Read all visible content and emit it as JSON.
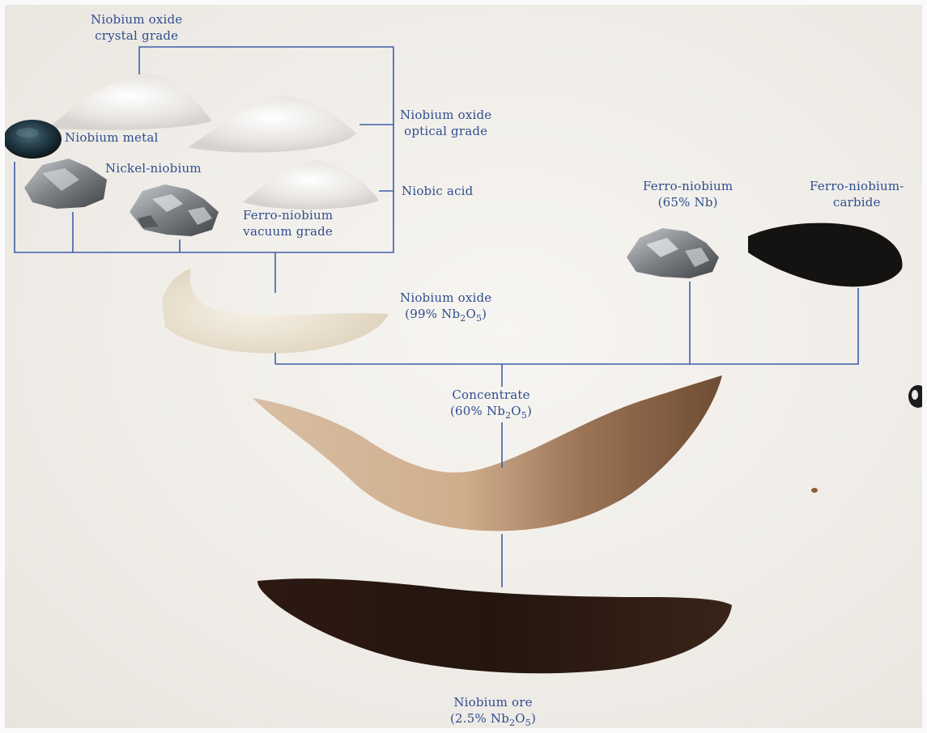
{
  "labels": {
    "crystal_line1": "Niobium oxide",
    "crystal_line2": "crystal grade",
    "optical_line1": "Niobium oxide",
    "optical_line2": "optical grade",
    "metal": "Niobium metal",
    "nickel": "Nickel-niobium",
    "niobic_acid": "Niobic acid",
    "fe_vacuum_line1": "Ferro-niobium",
    "fe_vacuum_line2": "vacuum grade",
    "fe65_line1": "Ferro-niobium",
    "fe65_line2": "(65% Nb)",
    "fe_carbide_line1": "Ferro-niobium-",
    "fe_carbide_line2": "carbide",
    "oxide99_line1": "Niobium oxide",
    "oxide99_pre": "(99% Nb",
    "oxide99_s1": "2",
    "oxide99_mid": "O",
    "oxide99_s2": "5",
    "oxide99_post": ")",
    "conc_line1": "Concentrate",
    "conc_pre": "(60% Nb",
    "conc_s1": "2",
    "conc_mid": "O",
    "conc_s2": "5",
    "conc_post": ")",
    "ore_line1": "Niobium ore",
    "ore_pre": "(2.5% Nb",
    "ore_s1": "2",
    "ore_mid": "O",
    "ore_s2": "5",
    "ore_post": ")"
  },
  "colors": {
    "label_text": "#2e4d8f",
    "connector_line": "#3d5fa8",
    "background": "#f1eeea",
    "ore": "#2a1a14",
    "concentrate": "#c9a98a",
    "oxide": "#ece4d4",
    "carbide": "#151312"
  }
}
